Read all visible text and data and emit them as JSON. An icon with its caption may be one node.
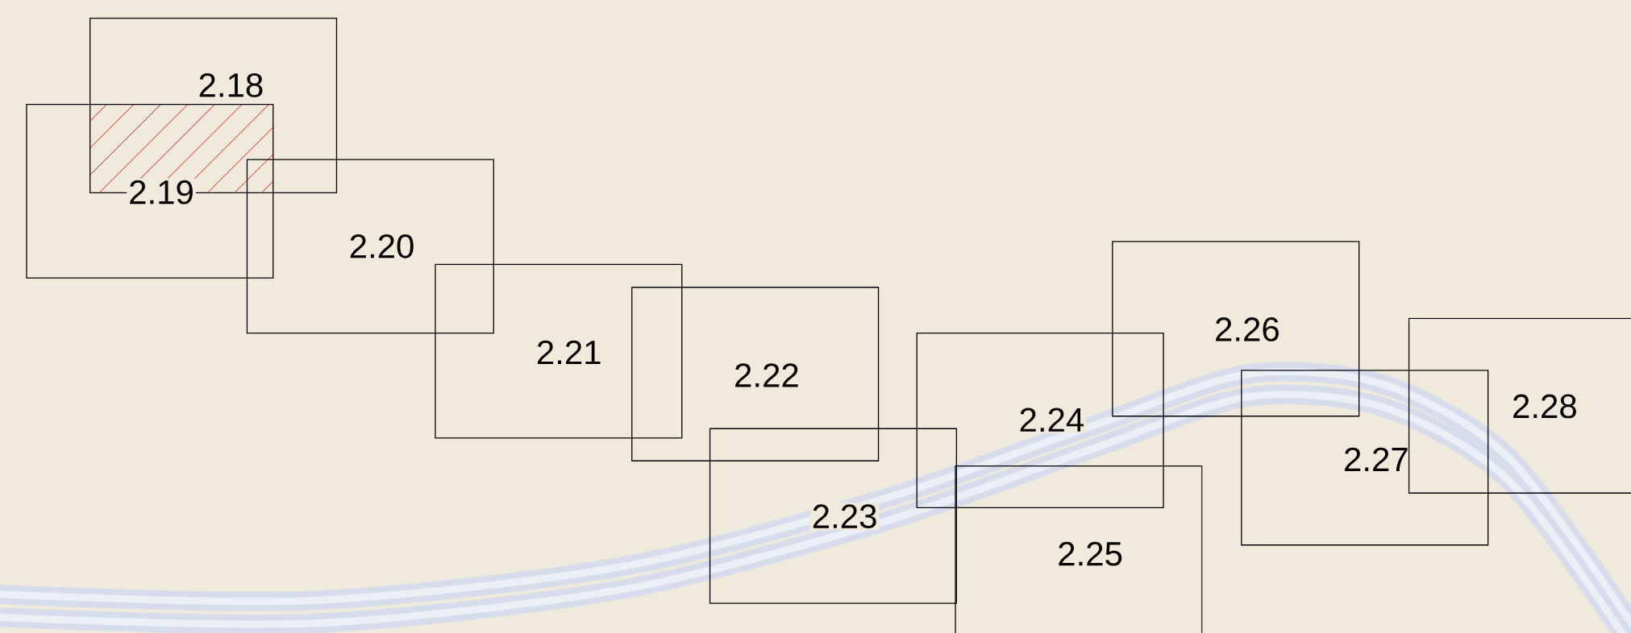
{
  "diagram": {
    "nodes": [
      {
        "text": [
          "2.18"
        ]
      },
      {
        "text": [
          "2.19"
        ]
      },
      {
        "text": [
          "2.20"
        ]
      },
      {
        "text": [
          "2.21"
        ]
      },
      {
        "text": [
          "2.22"
        ]
      },
      {
        "text": [
          "2.23"
        ]
      },
      {
        "text": [
          "2.24"
        ]
      },
      {
        "text": [
          "2.25"
        ]
      },
      {
        "text": [
          "2.26"
        ]
      },
      {
        "text": [
          "2.27"
        ]
      },
      {
        "text": [
          "2.28"
        ]
      }
    ]
  }
}
